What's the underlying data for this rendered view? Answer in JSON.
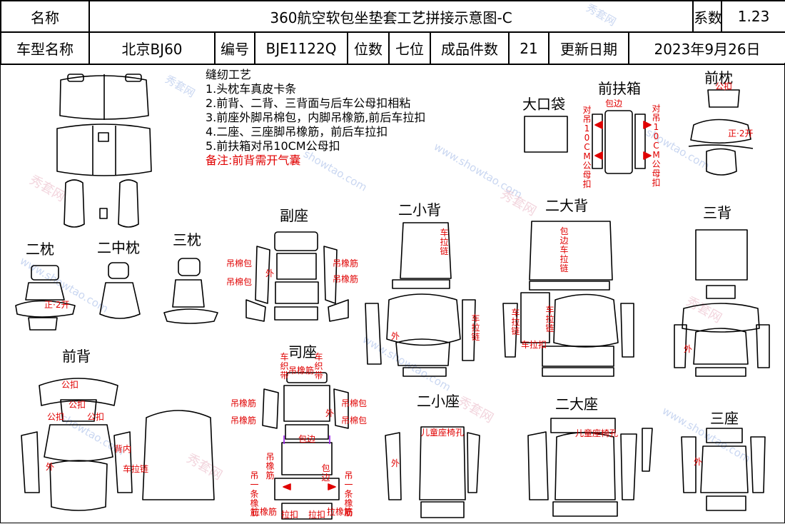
{
  "header": {
    "name_label": "名称",
    "title": "360航空软包坐垫套工艺拼接示意图-C",
    "coef_label": "系数",
    "coef_value": "1.23",
    "model_label": "车型名称",
    "model_value": "北京BJ60",
    "code_label": "编号",
    "code_value": "BJE1122Q",
    "seats_label": "位数",
    "seats_value": "七位",
    "pieces_label": "成品件数",
    "pieces_value": "21",
    "date_label": "更新日期",
    "date_value": "2023年9月26日"
  },
  "notes": {
    "heading": "缝纫工艺",
    "lines": [
      "1.头枕车真皮卡条",
      "2.前背、二背、三背面与后车公母扣相粘",
      "3.前座外脚吊棉包，内脚吊橡筋,前后车拉扣",
      "4.二座、三座脚吊橡筋，前后车拉扣",
      "5.前扶箱对吊10CM公母扣"
    ],
    "remark": "备注:前背需开气囊"
  },
  "parts": {
    "big_pocket": "大口袋",
    "front_armrest": "前扶箱",
    "front_pillow": "前枕",
    "second_pillow": "二枕",
    "second_mid_pillow": "二中枕",
    "third_pillow": "三枕",
    "passenger_seat": "副座",
    "second_small_back": "二小背",
    "second_big_back": "二大背",
    "third_back": "三背",
    "front_back": "前背",
    "driver_seat": "司座",
    "second_small_seat": "二小座",
    "second_big_seat": "二大座",
    "third_seat": "三座"
  },
  "annotations": {
    "binding": "包边",
    "hang_10cm_left": "对吊10CM公母扣",
    "hang_10cm_right": "对吊10CM公母扣",
    "front_pillow_snap": "公扣",
    "front_pillow_slit": "正·2开",
    "second_pillow_slit": "正·2开",
    "cotton_pack": "吊棉包",
    "elastic": "吊橡筋",
    "outer": "外",
    "car_zipper": "车拉链",
    "binding_car_zipper": "包边车拉链",
    "snap": "公扣",
    "child_seat_hole": "儿童座椅孔",
    "car_weave_tape": "车织带",
    "pull_elastic": "拉橡筋",
    "pull_button": "拉扣",
    "hang_one_elastic": "吊一条橡筋",
    "car_pull_button": "车拉扣",
    "back_in": "背内"
  },
  "watermarks": [
    "秀套网",
    "www.showtao.com",
    "showtao.com"
  ],
  "colors": {
    "line": "#000000",
    "accent": "#e00000",
    "watermark_blue": "#9fb7e6",
    "watermark_pink": "#e8b3c3",
    "marker_purple": "#a020f0"
  }
}
